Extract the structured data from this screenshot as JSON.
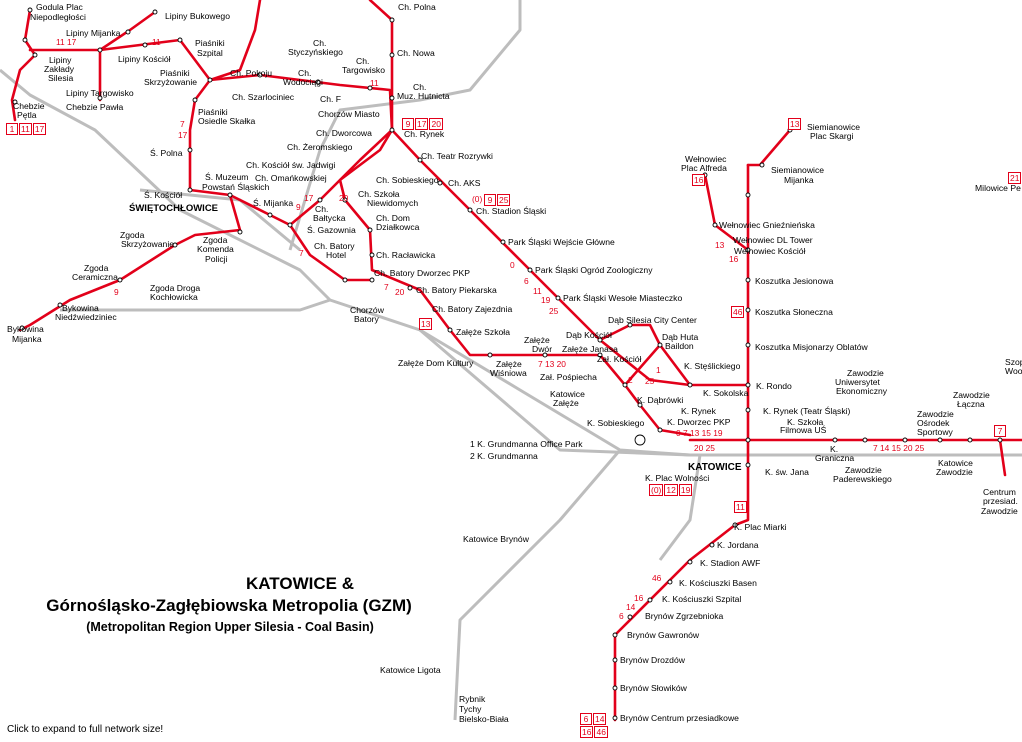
{
  "title": {
    "line1": "KATOWICE &",
    "line2": "Górnośląsko-Zagłębiowska Metropolia (GZM)",
    "line3": "(Metropolitan Region Upper Silesia - Coal Basin)"
  },
  "footer": {
    "expand_hint": "Click to expand to full network size!"
  },
  "colors": {
    "tram_line": "#e2001a",
    "railway": "#bdbdbd"
  },
  "stations": {
    "godula": "Godula Plac",
    "godula2": "Niepodległości",
    "lipiny_bukowego": "Lipiny Bukowego",
    "lipiny_mijanka": "Lipiny Mijanka",
    "lipiny_zaklady": "Lipiny",
    "lipiny_zaklady2": "Zakłady",
    "lipiny_zaklady3": "Silesia",
    "lipiny_kosciol": "Lipiny Kościół",
    "lipiny_targowisko": "Lipiny Targowisko",
    "chebzie_pawla": "Chebzie Pawła",
    "chebzie_petla": "Chebzie",
    "chebzie_petla2": "Pętla",
    "piasniki_szpital": "Piaśniki",
    "piasniki_szpital2": "Szpital",
    "piasniki_skrzyzowanie": "Piaśniki",
    "piasniki_skrzyzowanie2": "Skrzyżowanie",
    "piasniki_skalka": "Piaśniki",
    "piasniki_skalka2": "Osiedle Skałka",
    "s_polna": "Ś. Polna",
    "s_kosciol": "Ś. Kościół",
    "swietochlowice": "ŚWIĘTOCHŁOWICE",
    "s_muzeum": "Ś. Muzeum",
    "s_muzeum2": "Powstań Śląskich",
    "s_mijanka": "Ś. Mijanka",
    "s_gazownia": "Ś. Gazownia",
    "ch_polna": "Ch. Polna",
    "ch_nowa": "Ch. Nowa",
    "ch_styczynskiego": "Ch.",
    "ch_styczynskiego2": "Styczyńskiego",
    "ch_targowisko": "Ch.",
    "ch_targowisko2": "Targowisko",
    "ch_muz_hutnicza": "Ch.",
    "ch_muz_hutnicza2": "Muz. Hutnicta",
    "ch_pokoju": "Ch. Pokoju",
    "ch_wodociagi": "Ch.",
    "ch_wodociagi2": "Wodociągi",
    "ch_szarlociniec": "Ch. Szarlociniec",
    "ch_f": "Ch. F",
    "chorzow_miasto": "Chorzów Miasto",
    "ch_rynek": "Ch. Rynek",
    "ch_dworcowa": "Ch. Dworcowa",
    "ch_zeromskiego": "Ch. Żeromskiego",
    "ch_kosciol_jadwigi": "Ch. Kościół św. Jadwigi",
    "ch_omanskowskiej": "Ch. Omańkowskiej",
    "ch_sobieskiego": "Ch. Sobieskiego",
    "ch_teatr": "Ch. Teatr Rozrywki",
    "ch_aks": "Ch. AKS",
    "ch_stadion": "Ch. Stadion Śląski",
    "ch_szkola": "Ch. Szkoła",
    "ch_szkola2": "Niewidomych",
    "ch_dom": "Ch. Dom",
    "ch_dom2": "Działkowca",
    "ch_batycka": "Ch.",
    "ch_batycka2": "Bałtycka",
    "ch_batory_hotel": "Ch. Batory",
    "ch_batory_hotel2": "Hotel",
    "ch_raclawicka": "Ch. Racławicka",
    "ch_batory_pkp": "Ch. Batory Dworzec PKP",
    "ch_batory_piekarska": "Ch. Batory Piekarska",
    "ch_batory_zajezdnia": "Ch. Batory Zajezdnia",
    "chorzow_batory": "Chorzów",
    "chorzow_batory2": "Batory",
    "zgoda_skrzyzowanie": "Zgoda",
    "zgoda_skrzyzowanie2": "Skrzyżowanie",
    "zgoda_komenda": "Zgoda",
    "zgoda_komenda2": "Komenda",
    "zgoda_komenda3": "Policji",
    "zgoda_ceramiczna": "Zgoda",
    "zgoda_ceramiczna2": "Ceramiczna",
    "zgoda_droga": "Zgoda Droga",
    "zgoda_droga2": "Kochłowicka",
    "bykowina_niedz": "Bykowina",
    "bykowina_niedz2": "Niedźwiedziniec",
    "bykowina_mijanka": "Bykowina",
    "bykowina_mijanka2": "Mijanka",
    "park_wejscie": "Park Śląski Wejście Główne",
    "park_zoo": "Park Śląski Ogród Zoologiczny",
    "park_wesole": "Park Śląski Wesołe Miasteczko",
    "dab_silesia": "Dąb Silesia City Center",
    "dab_kosciol": "Dąb Kościół",
    "dab_huta": "Dąb Huta",
    "dab_huta2": "Baildon",
    "zaleze_szkola": "Załęże Szkoła",
    "zaleze_dwor": "Załęże",
    "zaleze_dwor2": "Dwór",
    "zaleze_janasa": "Załęże Janasa",
    "zaleze_dom_kultury": "Załęże Dom Kultury",
    "zaleze_wisniowa": "Załęże",
    "zaleze_wisniowa2": "Wiśniowa",
    "zal_kosciol": "Zał. Kościół",
    "zal_pospiecha": "Zał. Pośpiecha",
    "katowice_zaleze": "Katowice",
    "katowice_zaleze2": "Załęże",
    "k_dabrowki": "K. Dąbrówki",
    "k_sobieskiego": "K. Sobieskiego",
    "k_steslickiego": "K. Stęślickiego",
    "k_sokolska": "K. Sokolska",
    "k_rondo": "K. Rondo",
    "k_rynek": "K. Rynek",
    "k_dworzec": "K. Dworzec PKP",
    "k_rynek_teatr": "K. Rynek (Teatr Śląski)",
    "k_szkola_filmowa": "K. Szkoła",
    "k_szkola_filmowa2": "Filmowa UŚ",
    "k_graniczna": "K.",
    "k_graniczna2": "Graniczna",
    "katowice": "KATOWICE",
    "k_sw_jana": "K. św. Jana",
    "k_plac_wolnosci": "K. Plac Wolności",
    "k_plac_miarki": "K. Plac Miarki",
    "k_jordana": "K. Jordana",
    "k_stadion_awf": "K. Stadion AWF",
    "k_kosciuszki_basen": "K. Kościuszki Basen",
    "k_kosciuszki_szpital": "K. Kościuszki Szpital",
    "brynow_zgrzebnioka": "Brynów Zgrzebnioka",
    "brynow_gawronow": "Brynów Gawronów",
    "brynow_drozdow": "Brynów Drozdów",
    "brynow_slowikow": "Brynów Słowików",
    "brynow_centrum": "Brynów Centrum przesiadkowe",
    "katowice_brynow": "Katowice Brynów",
    "katowice_ligota": "Katowice Ligota",
    "rybnik": "Rybnik",
    "tychy": "Tychy",
    "bielsko": "Bielsko-Biała",
    "grundmanna_1": "1 K. Grundmanna Office Park",
    "grundmanna_2": "2 K. Grundmanna",
    "siemianowice_skargi": "Siemianowice",
    "siemianowice_skargi2": "Plac Skargi",
    "siemianowice_mijanka": "Siemianowice",
    "siemianowice_mijanka2": "Mijanka",
    "welnowiec_alfreda": "Wełnowiec",
    "welnowiec_alfreda2": "Plac Alfreda",
    "welnowiec_gnieznienska": "Wełnowiec Gnieźnieńska",
    "welnowiec_dl_tower": "Wełnowiec DL Tower",
    "welnowiec_kosciol": "Wełnowiec Kościół",
    "koszutka_jesionowa": "Koszutka Jesionowa",
    "koszutka_sloneczna": "Koszutka Słoneczna",
    "koszutka_misjonarzy": "Koszutka Misjonarzy Oblatów",
    "zawodzie_ue": "Zawodzie",
    "zawodzie_ue2": "Uniwersytet",
    "zawodzie_ue3": "Ekonomiczny",
    "zawodzie_osrodek": "Zawodzie",
    "zawodzie_osrodek2": "Ośrodek",
    "zawodzie_osrodek3": "Sportowy",
    "zawodzie_laczna": "Zawodzie",
    "zawodzie_laczna2": "Łączna",
    "zawodzie_paderewskiego": "Zawodzie",
    "zawodzie_paderewskiego2": "Paderewskiego",
    "katowice_zawodzie": "Katowice",
    "katowice_zawodzie2": "Zawodzie",
    "centrum_przesiad": "Centrum",
    "centrum_przesiad2": "przesiad.",
    "centrum_przesiad3": "Zawodzie",
    "milowice": "Milowice Pe",
    "szop": "Szop",
    "szop2": "Woo"
  },
  "line_numbers": {
    "n11_17": "11  17",
    "n11a": "11",
    "n11b": "11",
    "n7_17": "7",
    "n7_17b": "17",
    "n9": "9",
    "n17": "17",
    "n20": "20",
    "n7a": "7",
    "n7b": "7",
    "n20b": "20",
    "n9b": "9",
    "n0_9_25": "(0)",
    "n0": "0",
    "n6": "6",
    "n11c": "11",
    "n19": "19",
    "n25": "25",
    "n7_13_20": "7  13  20",
    "n2": "2",
    "n1": "1",
    "n25b": "25",
    "n0_7_13": "0  7 13  15  19",
    "n20_25": "20 25",
    "n7_14_15": "7  14  15  20  25",
    "n13": "13",
    "n16": "16",
    "n46": "46",
    "n16b": "16",
    "n14": "14",
    "n6b": "6"
  },
  "terminus_boxes": {
    "chebzie": [
      "1",
      "11",
      "17"
    ],
    "chorzow_rynek": [
      "9",
      "17",
      "20"
    ],
    "stadion": [
      "9",
      "25"
    ],
    "batory_zajezdnia": [
      "13"
    ],
    "siemianowice": [
      "13"
    ],
    "welnowiec": [
      "16"
    ],
    "koszutka": [
      "46"
    ],
    "zawodzie": [
      "7"
    ],
    "milowice": [
      "21"
    ],
    "plac_wolnosci": [
      "(0)",
      "12",
      "19"
    ],
    "plac_miarki": [
      "11"
    ],
    "brynow_top": [
      "6",
      "14"
    ],
    "brynow_bottom": [
      "16",
      "46"
    ]
  }
}
